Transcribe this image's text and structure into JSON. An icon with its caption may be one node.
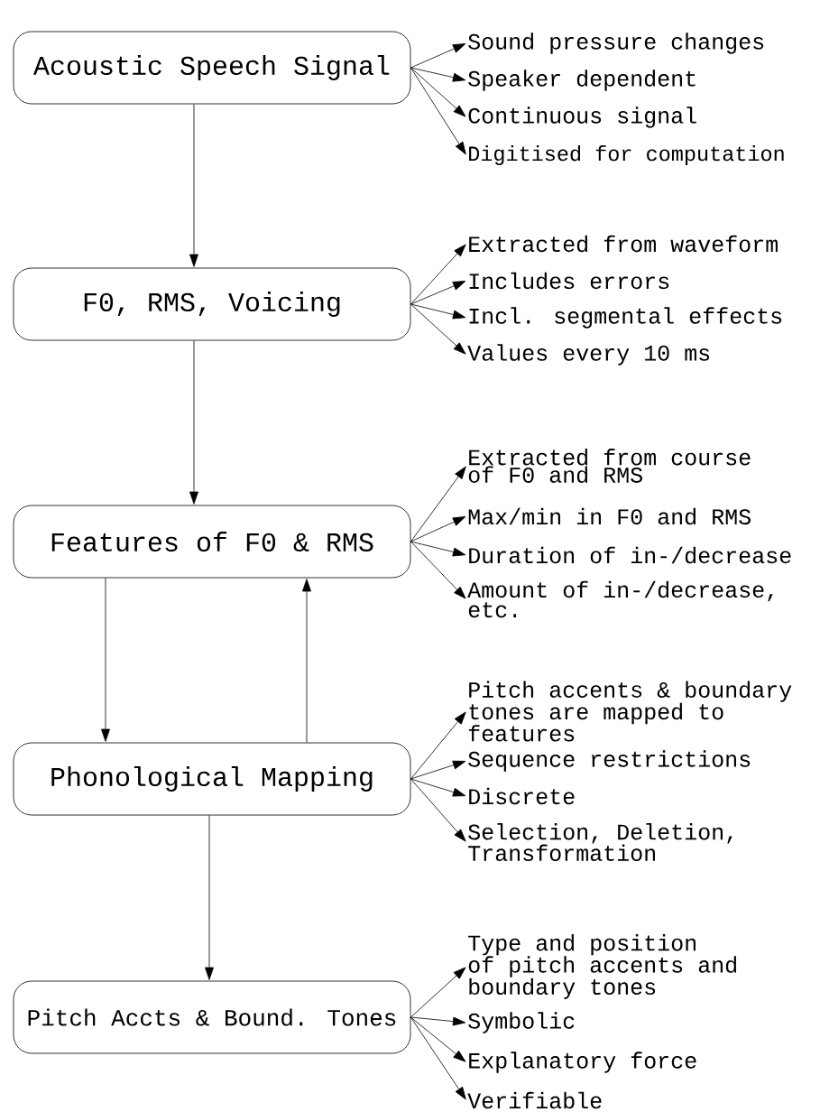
{
  "diagram": {
    "nodes": [
      {
        "text": [
          "Acoustic Speech Signal"
        ]
      },
      {
        "text": [
          "Sound pressure changes"
        ]
      },
      {
        "text": [
          "Speaker dependent"
        ]
      },
      {
        "text": [
          "Continuous signal"
        ]
      },
      {
        "text": [
          "Digitised for computation"
        ]
      },
      {
        "text": [
          "F0, RMS, Voicing"
        ]
      },
      {
        "text": [
          "Extracted from waveform"
        ]
      },
      {
        "text": [
          "Includes errors"
        ]
      },
      {
        "text": [
          "Incl. segmental effects"
        ]
      },
      {
        "text": [
          "Values every 10 ms"
        ]
      },
      {
        "text": [
          "Features of F0 & RMS"
        ]
      },
      {
        "text": [
          "Extracted from course of F0 and RMS"
        ]
      },
      {
        "text": [
          "Max/min in F0 and RMS"
        ]
      },
      {
        "text": [
          "Duration of in-/decrease"
        ]
      },
      {
        "text": [
          "Amount of in-/decrease, etc."
        ]
      },
      {
        "text": [
          "Phonological Mapping"
        ]
      },
      {
        "text": [
          "Pitch accents & boundary tones are mapped to features"
        ]
      },
      {
        "text": [
          "Sequence restrictions"
        ]
      },
      {
        "text": [
          "Discrete"
        ]
      },
      {
        "text": [
          "Selection, Deletion, Transformation"
        ]
      },
      {
        "text": [
          "Pitch Accts & Bound. Tones"
        ]
      },
      {
        "text": [
          "Type and position of pitch accents and boundary tones"
        ]
      },
      {
        "text": [
          "Symbolic"
        ]
      },
      {
        "text": [
          "Explanatory force"
        ]
      },
      {
        "text": [
          "Verifiable"
        ]
      }
    ],
    "edges": [
      {
        "from": 0,
        "to": 5,
        "arrow": "to"
      },
      {
        "from": 5,
        "to": 10,
        "arrow": "to"
      },
      {
        "from": 10,
        "to": 15,
        "arrow": "to"
      },
      {
        "from": 15,
        "to": 10,
        "arrow": "to"
      },
      {
        "from": 15,
        "to": 20,
        "arrow": "to"
      },
      {
        "from": 0,
        "to": 1,
        "arrow": "to"
      },
      {
        "from": 0,
        "to": 2,
        "arrow": "to"
      },
      {
        "from": 0,
        "to": 3,
        "arrow": "to"
      },
      {
        "from": 0,
        "to": 4,
        "arrow": "to"
      },
      {
        "from": 5,
        "to": 6,
        "arrow": "to"
      },
      {
        "from": 5,
        "to": 7,
        "arrow": "to"
      },
      {
        "from": 5,
        "to": 8,
        "arrow": "to"
      },
      {
        "from": 5,
        "to": 9,
        "arrow": "to"
      },
      {
        "from": 10,
        "to": 11,
        "arrow": "to"
      },
      {
        "from": 10,
        "to": 12,
        "arrow": "to"
      },
      {
        "from": 10,
        "to": 13,
        "arrow": "to"
      },
      {
        "from": 10,
        "to": 14,
        "arrow": "to"
      },
      {
        "from": 15,
        "to": 16,
        "arrow": "to"
      },
      {
        "from": 15,
        "to": 17,
        "arrow": "to"
      },
      {
        "from": 15,
        "to": 18,
        "arrow": "to"
      },
      {
        "from": 15,
        "to": 19,
        "arrow": "to"
      },
      {
        "from": 20,
        "to": 21,
        "arrow": "to"
      },
      {
        "from": 20,
        "to": 22,
        "arrow": "to"
      },
      {
        "from": 20,
        "to": 23,
        "arrow": "to"
      },
      {
        "from": 20,
        "to": 24,
        "arrow": "to"
      }
    ]
  }
}
